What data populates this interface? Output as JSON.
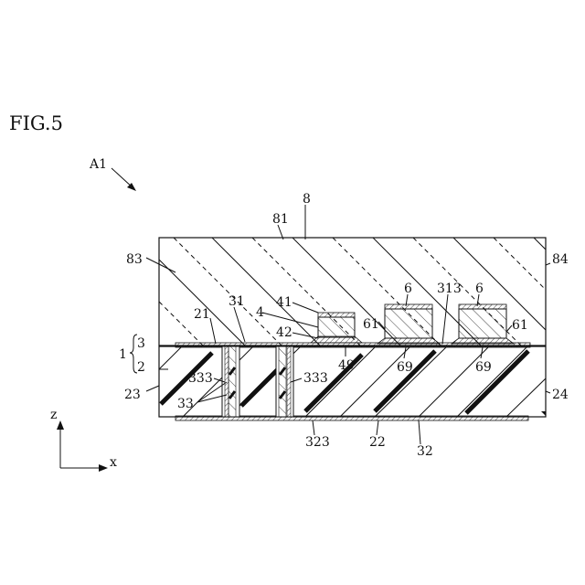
{
  "figure": {
    "title": "FIG.5",
    "device_label": "A1"
  },
  "axes": {
    "z": "z",
    "x": "x"
  },
  "labels": {
    "l8": "8",
    "l81": "81",
    "l83": "83",
    "l84": "84",
    "l31": "31",
    "l41": "41",
    "l4": "4",
    "l42": "42",
    "l21": "21",
    "l6a": "6",
    "l6b": "6",
    "l313": "313",
    "l61a": "61",
    "l61b": "61",
    "l1": "1",
    "l3": "3",
    "l2": "2",
    "l333a": "333",
    "l333b": "333",
    "l23": "23",
    "l33": "33",
    "l49": "49",
    "l69a": "69",
    "l69b": "69",
    "l24": "24",
    "l323": "323",
    "l22": "22",
    "l32": "32"
  }
}
